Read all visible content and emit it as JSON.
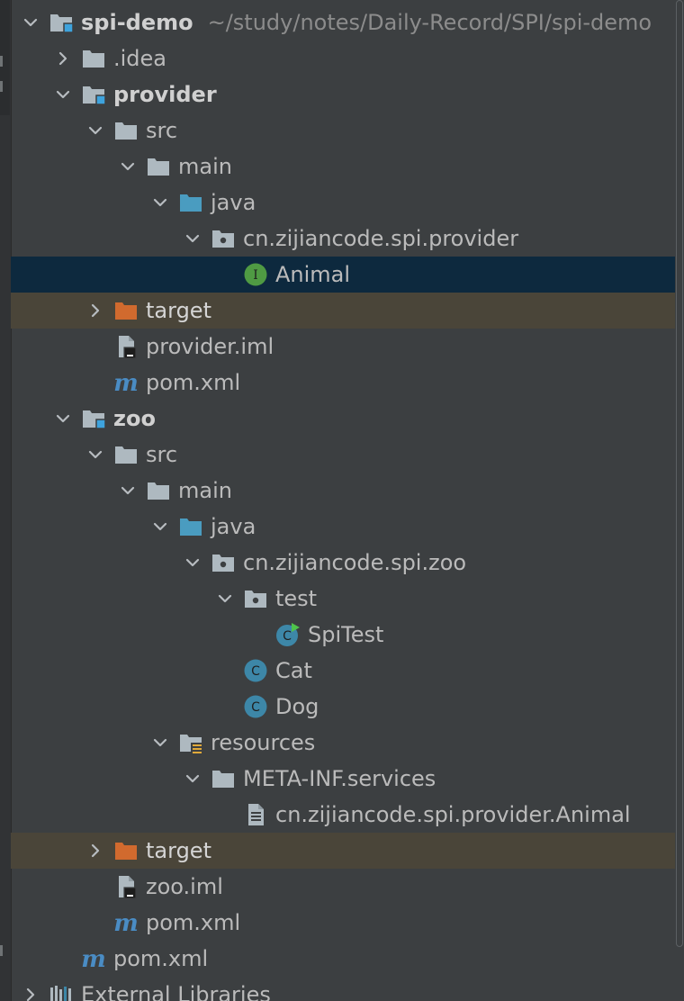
{
  "project": {
    "name": "spi-demo",
    "path": "~/study/notes/Daily-Record/SPI/spi-demo"
  },
  "tree": {
    "idea": ".idea",
    "provider": {
      "name": "provider",
      "src": "src",
      "main": "main",
      "java": "java",
      "package": "cn.zijiancode.spi.provider",
      "animal": "Animal",
      "target": "target",
      "iml": "provider.iml",
      "pom": "pom.xml"
    },
    "zoo": {
      "name": "zoo",
      "src": "src",
      "main": "main",
      "java": "java",
      "package": "cn.zijiancode.spi.zoo",
      "test": "test",
      "spitest": "SpiTest",
      "cat": "Cat",
      "dog": "Dog",
      "resources": "resources",
      "metainf": "META-INF.services",
      "servicefile": "cn.zijiancode.spi.provider.Animal",
      "target": "target",
      "iml": "zoo.iml",
      "pom": "pom.xml"
    },
    "root_pom": "pom.xml",
    "external_libraries": "External Libraries"
  },
  "icon_letters": {
    "interface": "I",
    "class": "C"
  },
  "colors": {
    "background": "#3c3f41",
    "selected_row": "#0d293e",
    "excluded_row": "#4a4539",
    "folder": "#aeb9c0",
    "source_folder": "#4a9cc0",
    "excluded_folder": "#d16a2e",
    "class_icon": "#3d87a8",
    "interface_icon": "#4f9a43",
    "maven_icon": "#4a8cc4"
  }
}
